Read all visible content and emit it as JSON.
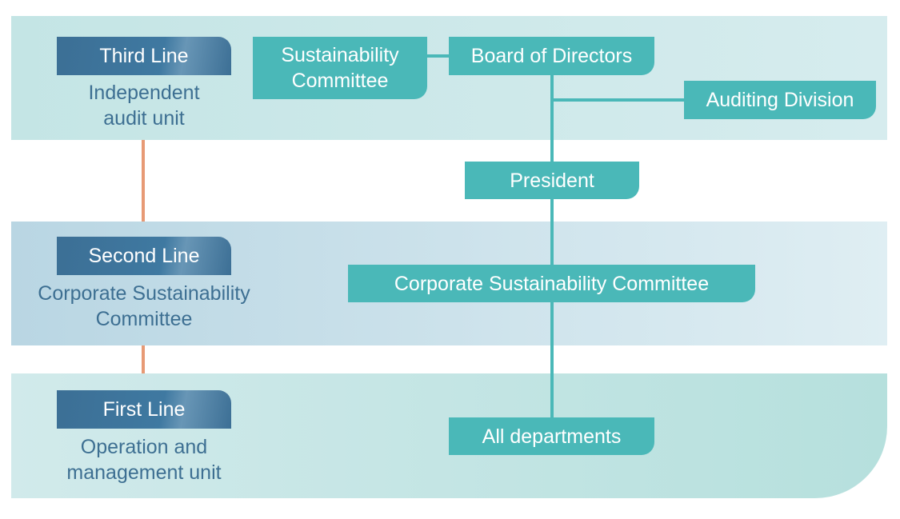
{
  "lines": [
    {
      "label": "Third Line",
      "description": [
        "Independent",
        "audit unit"
      ]
    },
    {
      "label": "Second Line",
      "description": [
        "Corporate Sustainability",
        "Committee"
      ]
    },
    {
      "label": "First Line",
      "description": [
        "Operation and",
        "management unit"
      ]
    }
  ],
  "nodes": {
    "sustainability_committee": [
      "Sustainability",
      "Committee"
    ],
    "board_of_directors": "Board of Directors",
    "auditing_division": "Auditing Division",
    "president": "President",
    "corporate_sustainability_committee": "Corporate Sustainability Committee",
    "all_departments": "All departments"
  },
  "colors": {
    "node": "#4ab8b8",
    "line_tag": "#3c6f95",
    "text_blue": "#3d6f92",
    "connector_orange": "#e79a75"
  }
}
